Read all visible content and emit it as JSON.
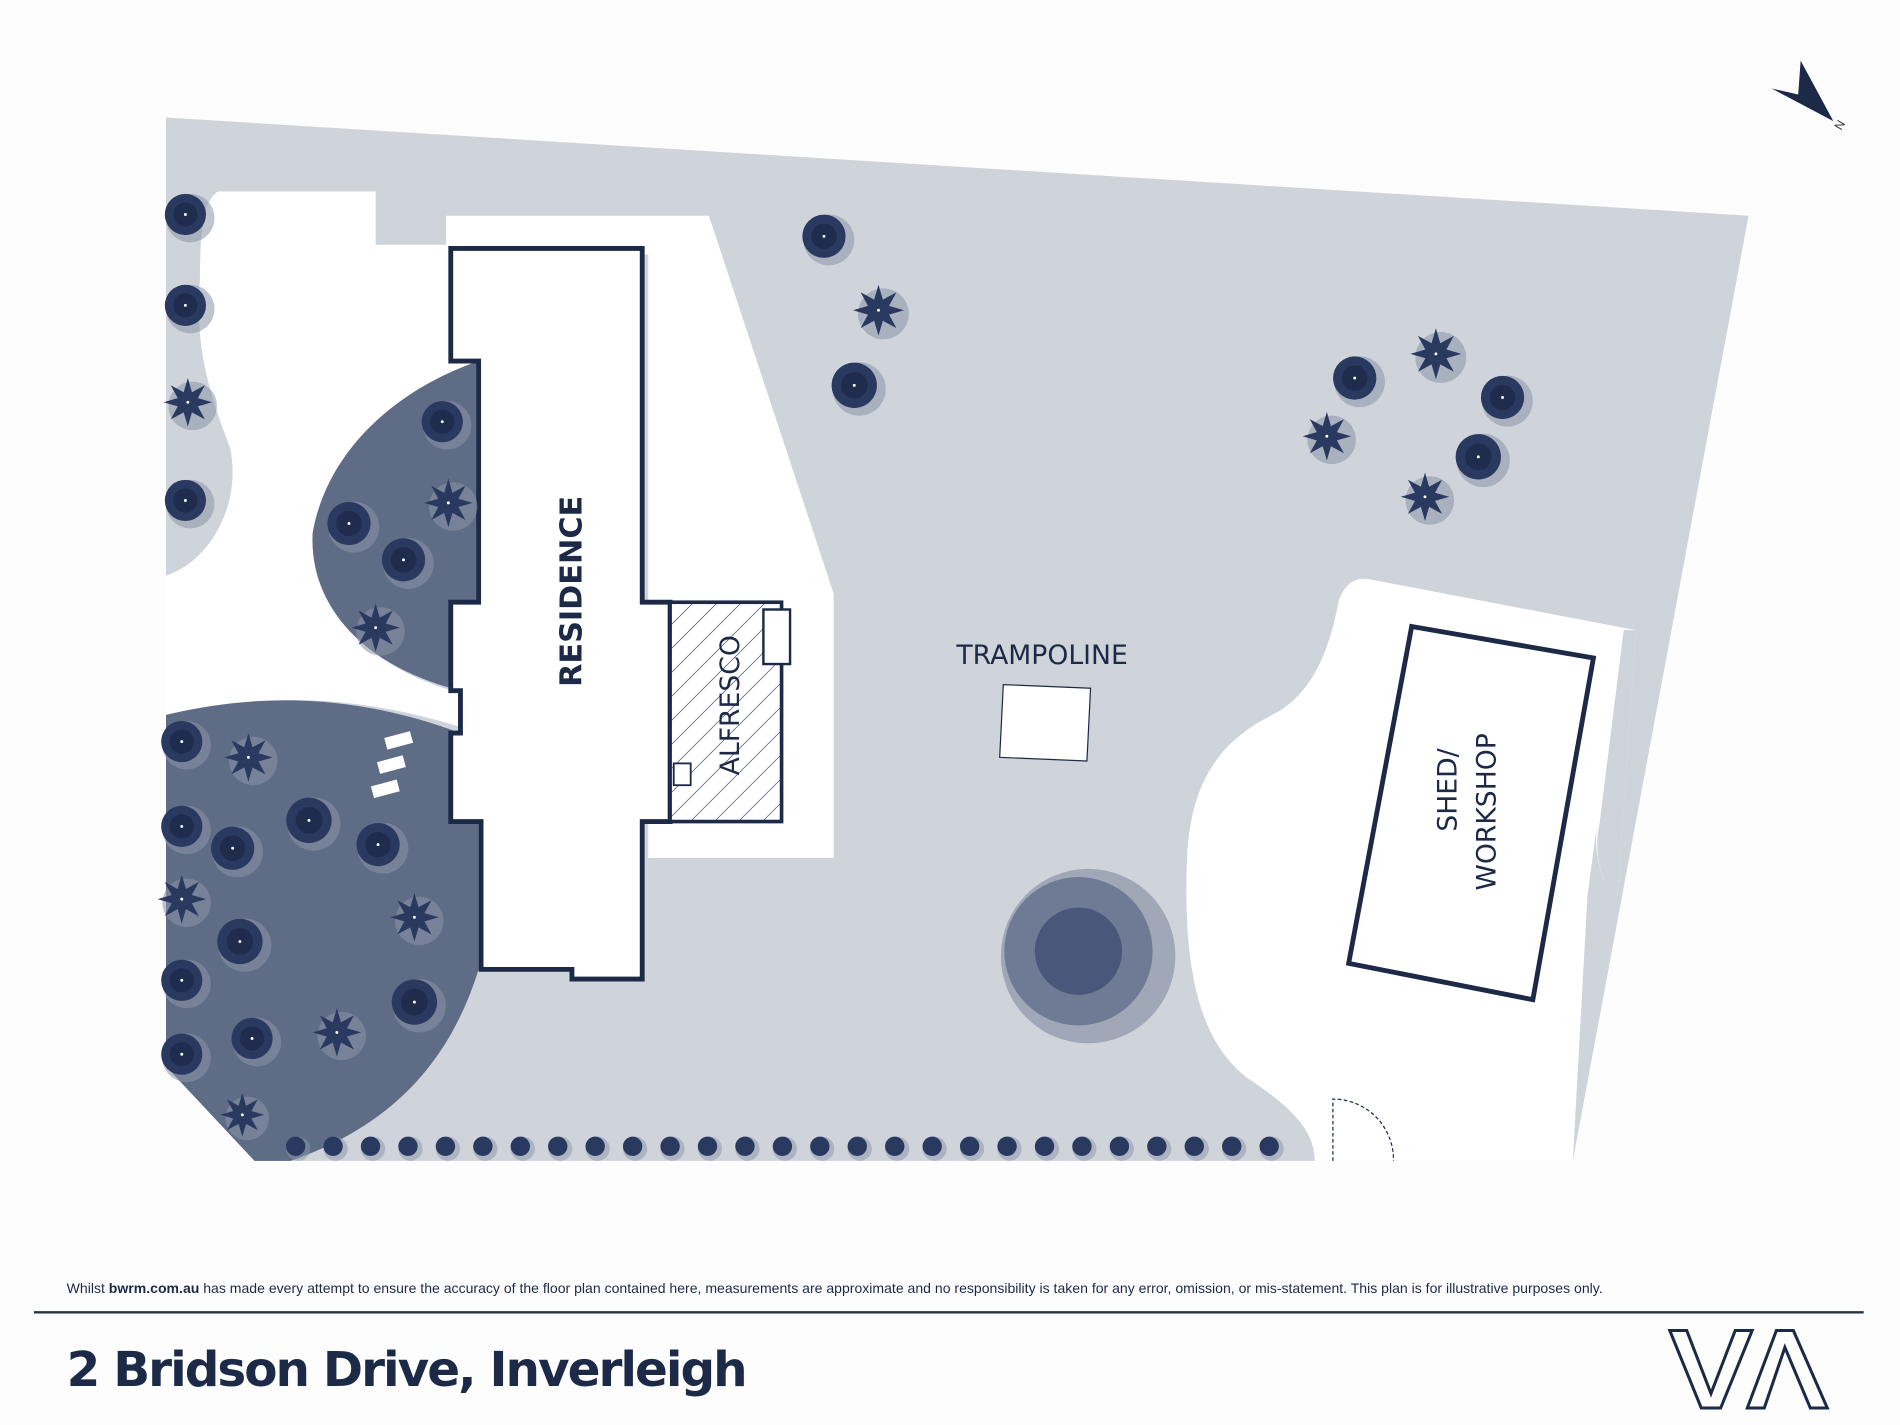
{
  "plan": {
    "labels": {
      "residence": "RESIDENCE",
      "alfresco": "ALFRESCO",
      "trampoline": "TRAMPOLINE",
      "shed_line1": "SHED/",
      "shed_line2": "WORKSHOP"
    },
    "compass": {
      "label": "N",
      "icon": "north-arrow-icon"
    }
  },
  "footer": {
    "disclaimer_pre": "Whilst ",
    "disclaimer_brand": "bwrm.com.au",
    "disclaimer_post": " has made every attempt to ensure the accuracy of the floor plan contained here, measurements are approximate and no responsibility is taken for any error, omission, or mis-statement. This plan is for illustrative purposes only.",
    "address": "2 Bridson Drive, Inverleigh",
    "logo_text": "VA"
  },
  "colors": {
    "navy": "#1c2a48",
    "lawn": "#cfd3da",
    "garden": "#5f6c86",
    "tree": "#2a3960"
  }
}
